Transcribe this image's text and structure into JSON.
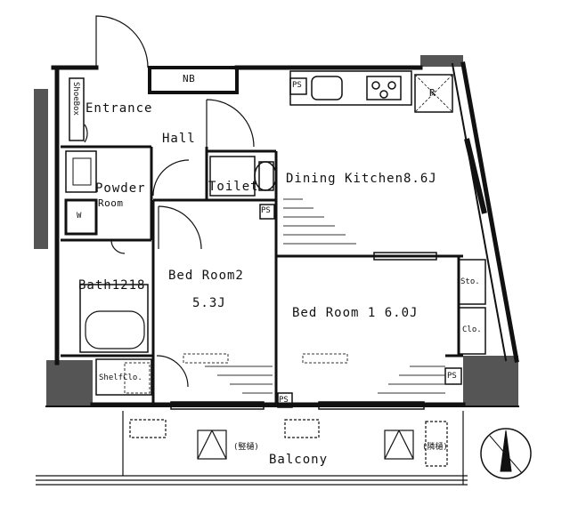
{
  "rooms": {
    "entrance": "Entrance",
    "hall": "Hall",
    "powder_room_line1": "Powder",
    "powder_room_line2": "Room",
    "bath": "Bath1218",
    "toilet": "Toilet",
    "dining_kitchen": "Dining Kitchen8.6J",
    "bed_room_2": "Bed Room2",
    "bed_room_2_size": "5.3J",
    "bed_room_1": "Bed Room 1 6.0J",
    "balcony": "Balcony"
  },
  "fixtures": {
    "shoe_box": "ShoeBox",
    "nb": "NB",
    "ps_kitchen": "PS",
    "ps_toilet": "PS",
    "ps_balcony": "PS",
    "ps_right": "PS",
    "refrigerator": "R",
    "washer": "W",
    "shelf_clo": "ShelfClo.",
    "sto": "Sto.",
    "clo": "Clo.",
    "balcony_note_left": "(竪樋)",
    "balcony_note_right": "(隣樋)"
  },
  "colors": {
    "wall": "#111111",
    "structure": "#555555",
    "background": "#ffffff"
  }
}
